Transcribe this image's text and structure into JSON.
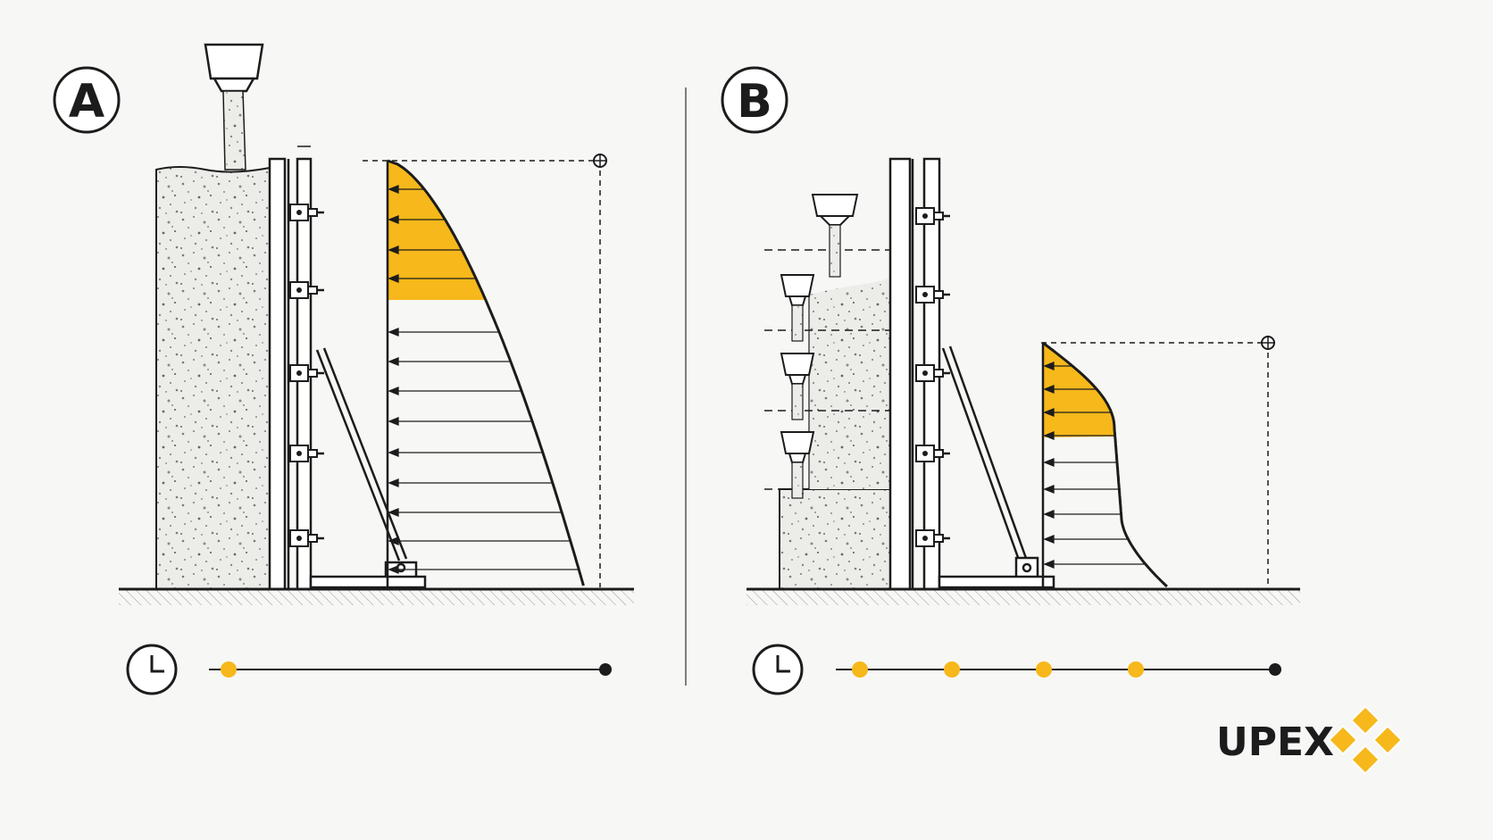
{
  "panels": [
    {
      "label": "A",
      "pour_stages": 1
    },
    {
      "label": "B",
      "pour_stages": 4
    }
  ],
  "timelines": [
    {
      "markers": 1
    },
    {
      "markers": 4
    }
  ],
  "brand": {
    "name": "UPEX",
    "accent": "#f6b81a"
  },
  "colors": {
    "ink": "#1c1c1c",
    "pressure_fill": "#f6b81a",
    "concrete": "#ecece9",
    "background": "#f7f7f5"
  },
  "icons": [
    "clock-icon",
    "hopper-icon",
    "reference-target-icon",
    "ground-hatch"
  ]
}
